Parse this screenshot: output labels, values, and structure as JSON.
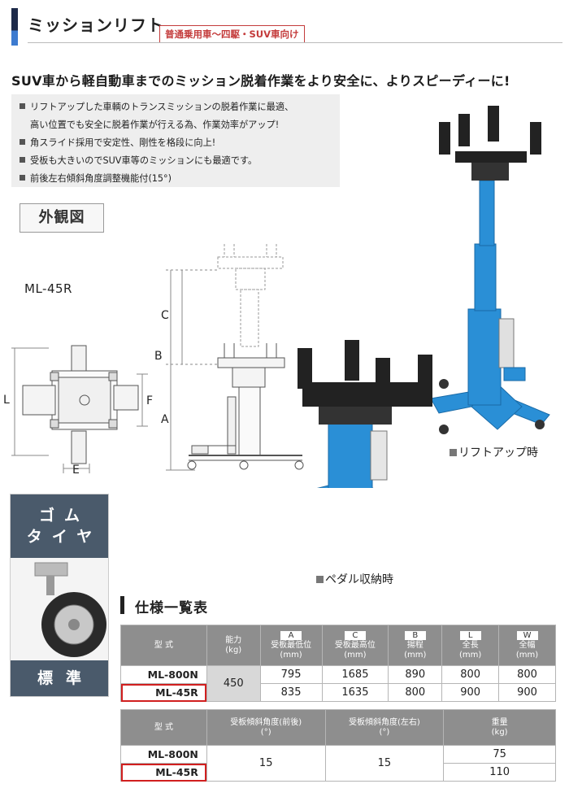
{
  "header": {
    "title": "ミッションリフト",
    "tag": "普通乗用車〜四駆・SUV車向け"
  },
  "headline": "SUV車から軽自動車までのミッション脱着作業をより安全に、よりスピーディーに!",
  "features": [
    {
      "line1": "リフトアップした車輌のトランスミッションの脱着作業に最適、",
      "line2": "高い位置でも安全に脱着作業が行える為、作業効率がアップ!"
    },
    {
      "line1": "角スライド採用で安定性、剛性を格段に向上!"
    },
    {
      "line1": "受板も大きいのでSUV車等のミッションにも最適です。"
    },
    {
      "line1": "前後左右傾斜角度調整機能付(15°)"
    }
  ],
  "gaikan_label": "外観図",
  "model_label": "ML-45R",
  "diagram_labels": {
    "L": "L",
    "E": "E",
    "F": "F",
    "C": "C",
    "B": "B",
    "A": "A"
  },
  "captions": {
    "lift_up": "リフトアップ時",
    "pedal": "ペダル収納時"
  },
  "tire": {
    "top_line1": "ゴム",
    "top_line2": "タイヤ",
    "bottom": "標準"
  },
  "colors": {
    "accent_navy": "#1d2a49",
    "accent_blue": "#3d7bd0",
    "tag_red": "#c43c3c",
    "lift_blue": "#2a8fd6",
    "highlight_red": "#d11f1f"
  },
  "spec": {
    "title": "仕様一覧表",
    "table1": {
      "headers": {
        "model": "型 式",
        "capacity": {
          "label": "能力",
          "unit": "(kg)"
        },
        "min_height": {
          "key": "A",
          "label": "受板最低位",
          "unit": "(mm)"
        },
        "max_height": {
          "key": "C",
          "label": "受板最高位",
          "unit": "(mm)"
        },
        "stroke": {
          "key": "B",
          "label": "揚程",
          "unit": "(mm)"
        },
        "length": {
          "key": "L",
          "label": "全長",
          "unit": "(mm)"
        },
        "width": {
          "key": "W",
          "label": "全幅",
          "unit": "(mm)"
        }
      },
      "capacity_value": "450",
      "rows": [
        {
          "model": "ML-800N",
          "min_height": "795",
          "max_height": "1685",
          "stroke": "890",
          "length": "800",
          "width": "800"
        },
        {
          "model": "ML-45R",
          "min_height": "835",
          "max_height": "1635",
          "stroke": "800",
          "length": "900",
          "width": "900"
        }
      ]
    },
    "table2": {
      "headers": {
        "model": "型 式",
        "tilt_fb": {
          "label": "受板傾斜角度(前後)",
          "unit": "(°)"
        },
        "tilt_lr": {
          "label": "受板傾斜角度(左右)",
          "unit": "(°)"
        },
        "weight": {
          "label": "重量",
          "unit": "(kg)"
        }
      },
      "tilt_fb_value": "15",
      "tilt_lr_value": "15",
      "rows": [
        {
          "model": "ML-800N",
          "weight": "75"
        },
        {
          "model": "ML-45R",
          "weight": "110"
        }
      ]
    }
  }
}
